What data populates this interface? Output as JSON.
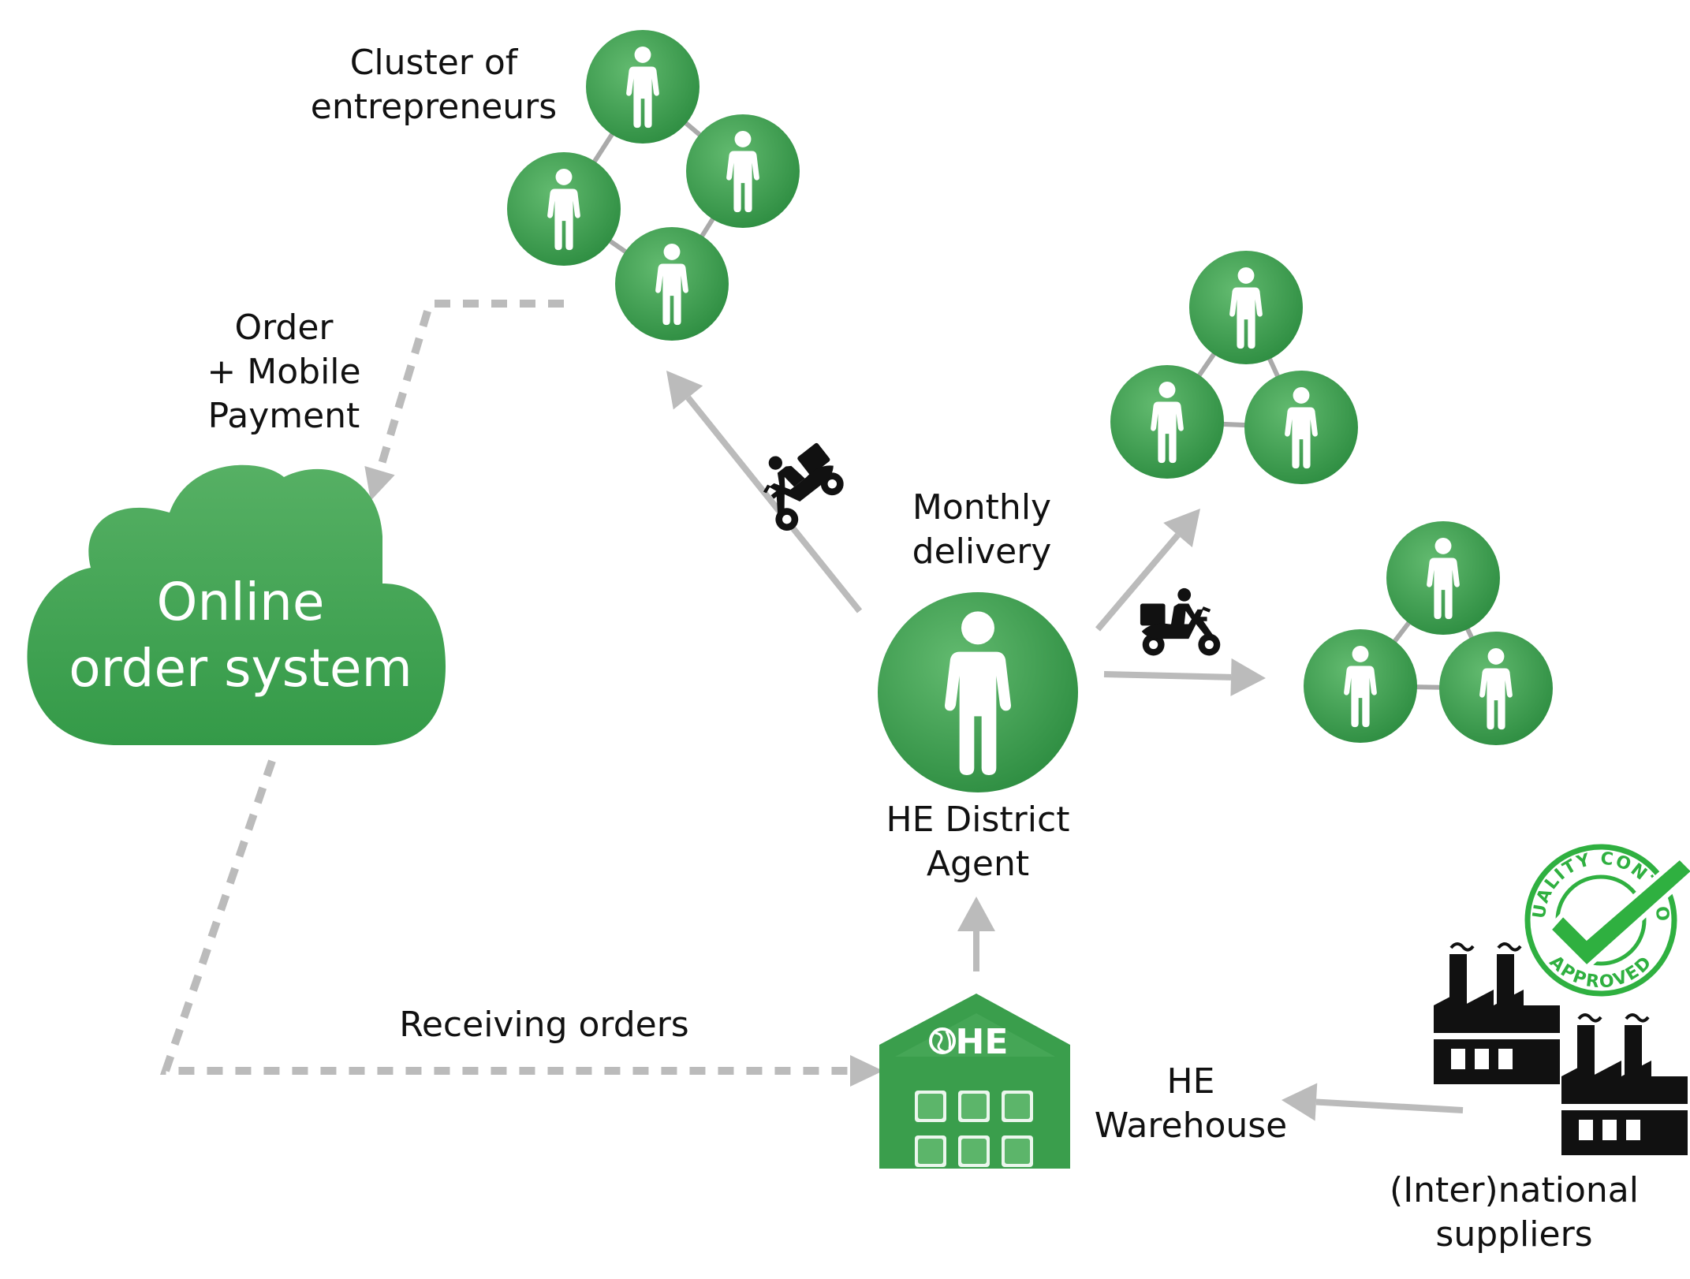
{
  "colors": {
    "green": "#3a9e4c",
    "green_dark": "#2a8a3e",
    "green_light": "#5cb56a",
    "arrow_gray": "#bbbbbb",
    "link_gray": "#aaaaaa",
    "text": "#111111",
    "white": "#ffffff",
    "badge_green": "#2fb040",
    "factory_black": "#111111"
  },
  "labels": {
    "cluster_line1": "Cluster of",
    "cluster_line2": "entrepreneurs",
    "order_line1": "Order",
    "order_line2": "+ Mobile",
    "order_line3": "Payment",
    "cloud_line1": "Online",
    "cloud_line2": "order system",
    "monthly_line1": "Monthly",
    "monthly_line2": "delivery",
    "agent_line1": "HE District",
    "agent_line2": "Agent",
    "receiving": "Receiving orders",
    "warehouse_line1": "HE",
    "warehouse_line2": "Warehouse",
    "suppliers_line1": "(Inter)national",
    "suppliers_line2": "suppliers",
    "warehouse_logo": "HE"
  },
  "badge": {
    "text_top": "QUALITY CONTROL",
    "text_bottom": "APPROVED"
  },
  "icons": {
    "person": "person-icon",
    "scooter": "delivery-scooter-icon",
    "warehouse": "warehouse-icon",
    "factory": "factory-icon",
    "cloud": "cloud-icon",
    "badge": "quality-badge-icon",
    "globe": "globe-icon"
  }
}
